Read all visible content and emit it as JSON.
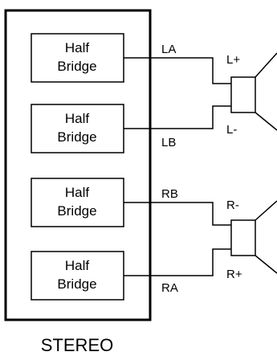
{
  "blocks": [
    {
      "line1": "Half",
      "line2": "Bridge"
    },
    {
      "line1": "Half",
      "line2": "Bridge"
    },
    {
      "line1": "Half",
      "line2": "Bridge"
    },
    {
      "line1": "Half",
      "line2": "Bridge"
    }
  ],
  "outputs": {
    "la": "LA",
    "lb": "LB",
    "rb": "RB",
    "ra": "RA"
  },
  "speaker_terminals": {
    "l_plus": "L+",
    "l_minus": "L-",
    "r_minus": "R-",
    "r_plus": "R+"
  },
  "caption": "STEREO"
}
